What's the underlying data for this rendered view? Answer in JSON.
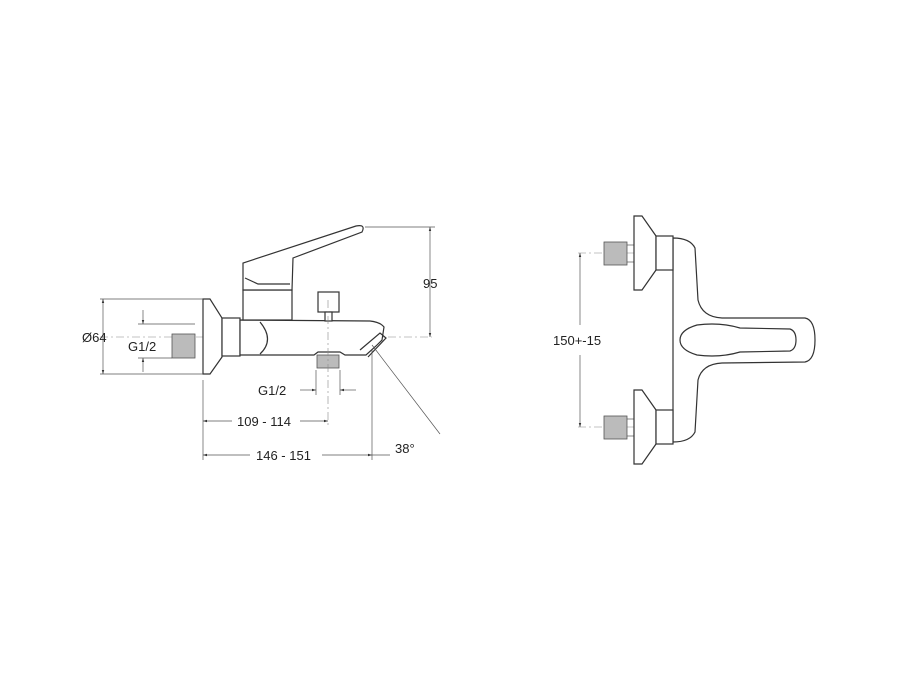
{
  "bath_mixer_side_view": {
    "dimensions": {
      "flange_diameter": "Ø64",
      "inlet_thread": "G1/2",
      "outlet_thread": "G1/2",
      "outlet_distance": "109 - 114",
      "spout_length": "146 - 151",
      "height": "95",
      "spout_angle": "38°"
    }
  },
  "bath_mixer_front_view": {
    "dimensions": {
      "inlet_spacing": "150+-15"
    }
  }
}
